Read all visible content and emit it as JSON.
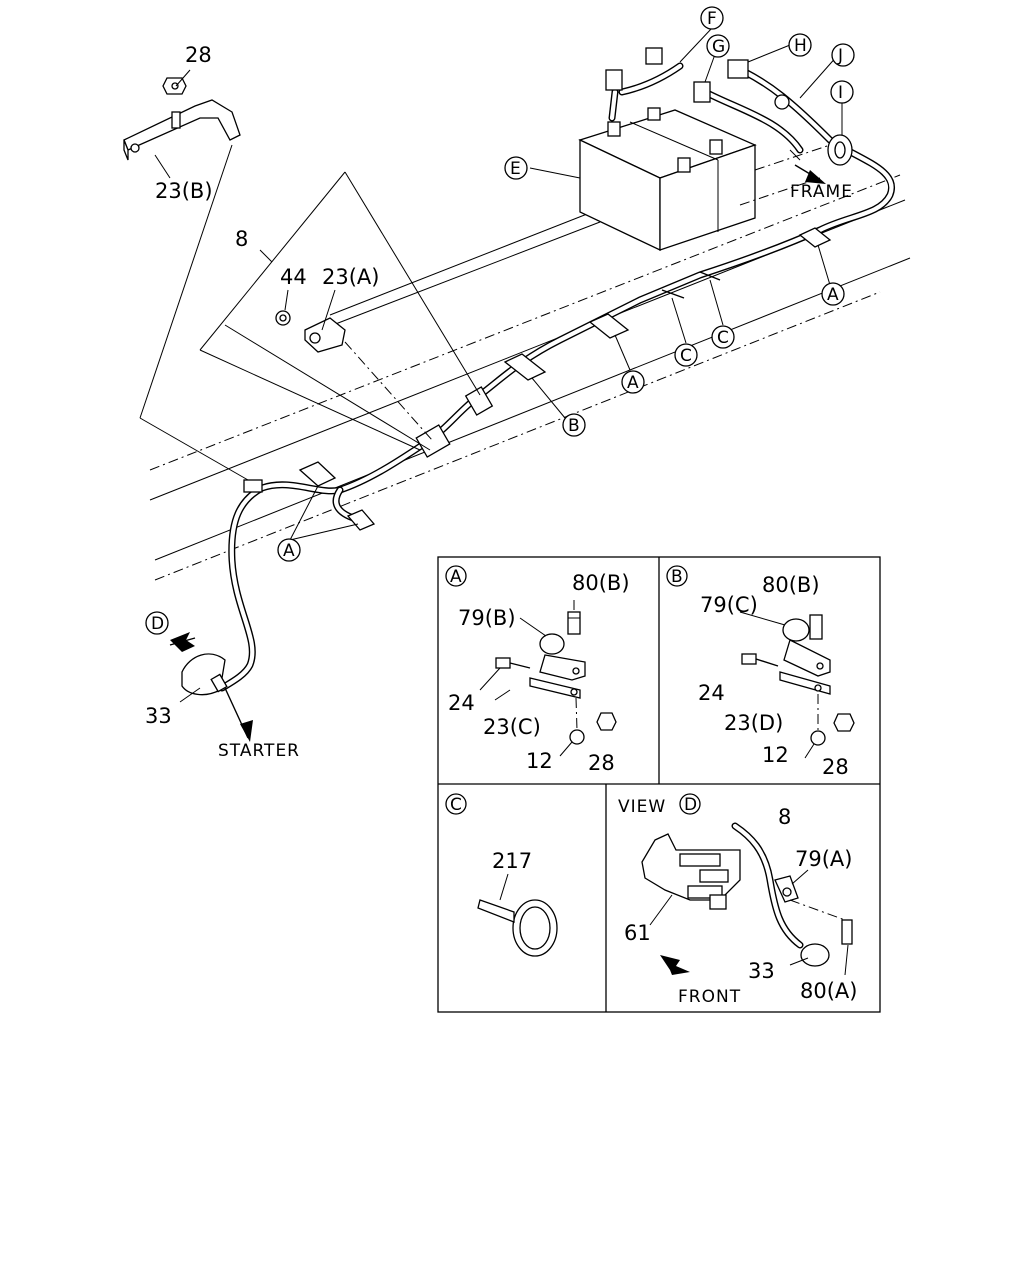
{
  "main_labels": {
    "nut_top": "28",
    "bracket_b": "23(B)",
    "cable_8": "8",
    "nut_44": "44",
    "bracket_a": "23(A)",
    "starter_boot": "33",
    "starter": "STARTER",
    "frame": "FRAME"
  },
  "callouts": {
    "e": "E",
    "f": "F",
    "g": "G",
    "h": "H",
    "i": "I",
    "j": "J",
    "a1": "A",
    "a2": "A",
    "a3": "A",
    "b1": "B",
    "c1": "C",
    "c2": "C",
    "d1": "D"
  },
  "panel_a": {
    "tag": "A",
    "bolt": "80(B)",
    "clip": "79(B)",
    "bolt_24": "24",
    "bracket": "23(C)",
    "nut_12": "12",
    "nut_28": "28"
  },
  "panel_b": {
    "tag": "B",
    "bolt": "80(B)",
    "clip": "79(C)",
    "bolt_24": "24",
    "bracket": "23(D)",
    "nut_12": "12",
    "nut_28": "28"
  },
  "panel_c": {
    "tag": "C",
    "band": "217"
  },
  "panel_d": {
    "view": "VIEW",
    "tag": "D",
    "cable": "8",
    "clip": "79(A)",
    "bracket": "61",
    "boot": "33",
    "front": "FRONT",
    "bolt": "80(A)"
  }
}
